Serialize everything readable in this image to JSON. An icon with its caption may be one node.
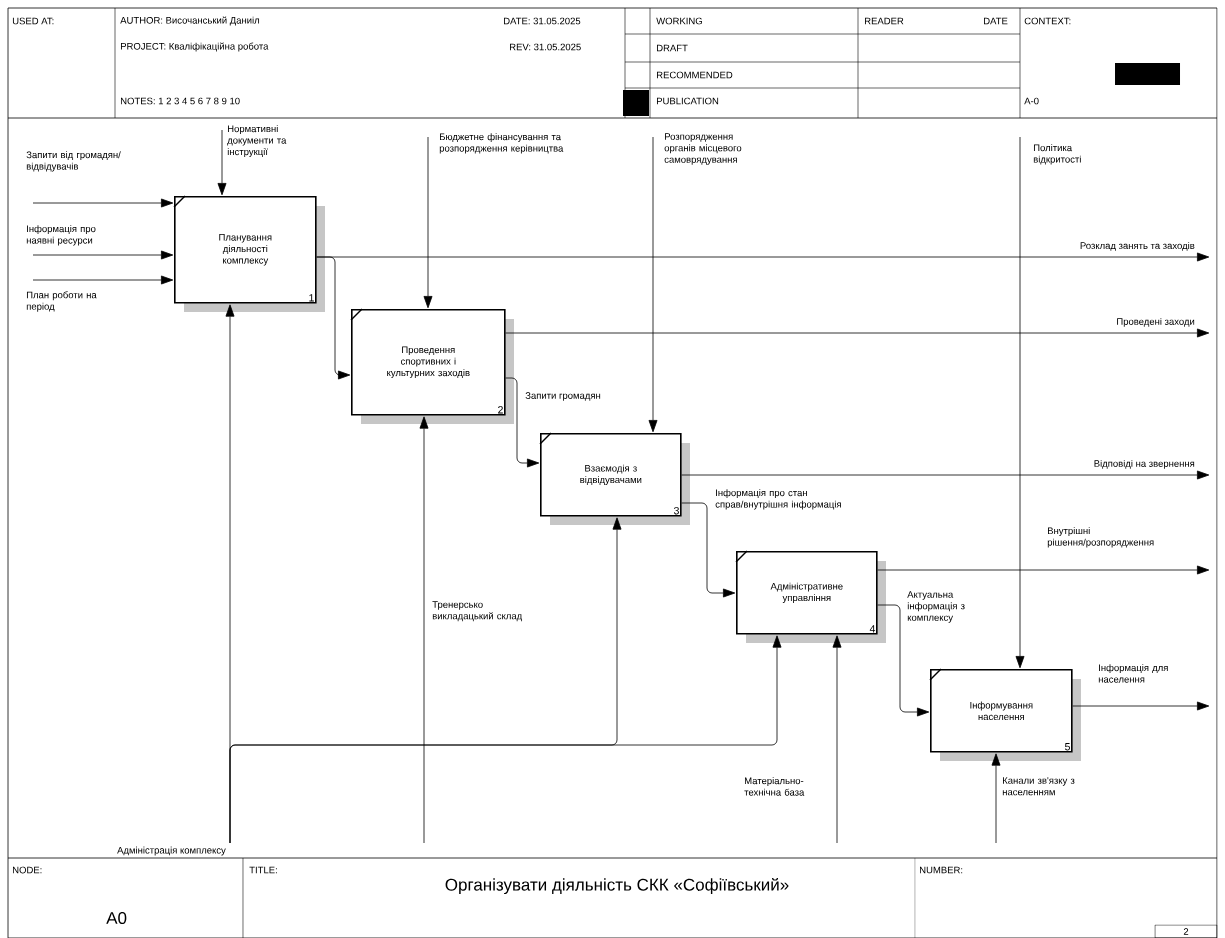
{
  "diagram": {
    "title": "Організувати діяльність  СКК «Софіївський»",
    "nodes": [
      {
        "text": [
          "Планування діяльності комплексу",
          "1"
        ]
      },
      {
        "text": [
          "Проведення спортивних і культурних заходів",
          "2"
        ]
      },
      {
        "text": [
          "Взаємодія з відвідувачами",
          "3"
        ]
      },
      {
        "text": [
          "Адміністративне управління",
          "4"
        ]
      },
      {
        "text": [
          "Інформування населення",
          "5"
        ]
      }
    ],
    "edges": [
      {
        "from": null,
        "to": 0,
        "arrow": "to",
        "label": "Запити від громадян/ відвідувачів"
      },
      {
        "from": null,
        "to": 0,
        "arrow": "to",
        "label": "Інформація про наявні ресурси"
      },
      {
        "from": null,
        "to": 0,
        "arrow": "to",
        "label": "План роботи на період"
      },
      {
        "from": null,
        "to": 0,
        "arrow": "to",
        "label": "Нормативні документи та інструкції"
      },
      {
        "from": null,
        "to": 1,
        "arrow": "to",
        "label": "Бюджетне фінансування та розпорядження керівництва"
      },
      {
        "from": null,
        "to": 2,
        "arrow": "to",
        "label": "Розпорядження органів місцевого самоврядування"
      },
      {
        "from": null,
        "to": 4,
        "arrow": "to",
        "label": "Політика відкритості"
      },
      {
        "from": 0,
        "to": null,
        "arrow": "to",
        "label": "Розклад занять та заходів"
      },
      {
        "from": 0,
        "to": 1,
        "arrow": "to"
      },
      {
        "from": 1,
        "to": null,
        "arrow": "to",
        "label": "Проведені заходи"
      },
      {
        "from": 1,
        "to": 2,
        "arrow": "to",
        "label": "Запити громадян"
      },
      {
        "from": 2,
        "to": null,
        "arrow": "to",
        "label": "Відповіді на звернення"
      },
      {
        "from": 2,
        "to": 3,
        "arrow": "to",
        "label": "Інформація про стан справ/внутрішня інформація"
      },
      {
        "from": 3,
        "to": null,
        "arrow": "to",
        "label": "Внутрішні рішення/розпорядження"
      },
      {
        "from": 3,
        "to": 4,
        "arrow": "to",
        "label": "Актуальна інформація з комплексу"
      },
      {
        "from": 4,
        "to": null,
        "arrow": "to",
        "label": "Інформація для населення"
      },
      {
        "from": null,
        "to": 0,
        "arrow": "to",
        "label": "Адміністрація комплексу"
      },
      {
        "from": null,
        "to": 2,
        "arrow": "to"
      },
      {
        "from": null,
        "to": 3,
        "arrow": "to"
      },
      {
        "from": null,
        "to": 1,
        "arrow": "to",
        "label": "Тренерсько викладацький склад"
      },
      {
        "from": null,
        "to": 3,
        "arrow": "to",
        "label": "Матеріально-технічна база"
      },
      {
        "from": null,
        "to": 4,
        "arrow": "to",
        "label": "Канали зв'язку з населенням"
      }
    ],
    "labels": [
      "USED AT:",
      "AUTHOR:  Височанський Даниіл",
      "DATE:  31.05.2025",
      "PROJECT:  Кваліфікаційна робота",
      "REV:   31.05.2025",
      "NOTES:  1  2  3  4  5  6  7  8  9  10",
      "WORKING",
      "READER",
      "DATE",
      "CONTEXT:",
      "DRAFT",
      "RECOMMENDED",
      "PUBLICATION",
      "A-0",
      "NODE:",
      "A0",
      "TITLE:",
      "NUMBER:",
      "2"
    ]
  }
}
